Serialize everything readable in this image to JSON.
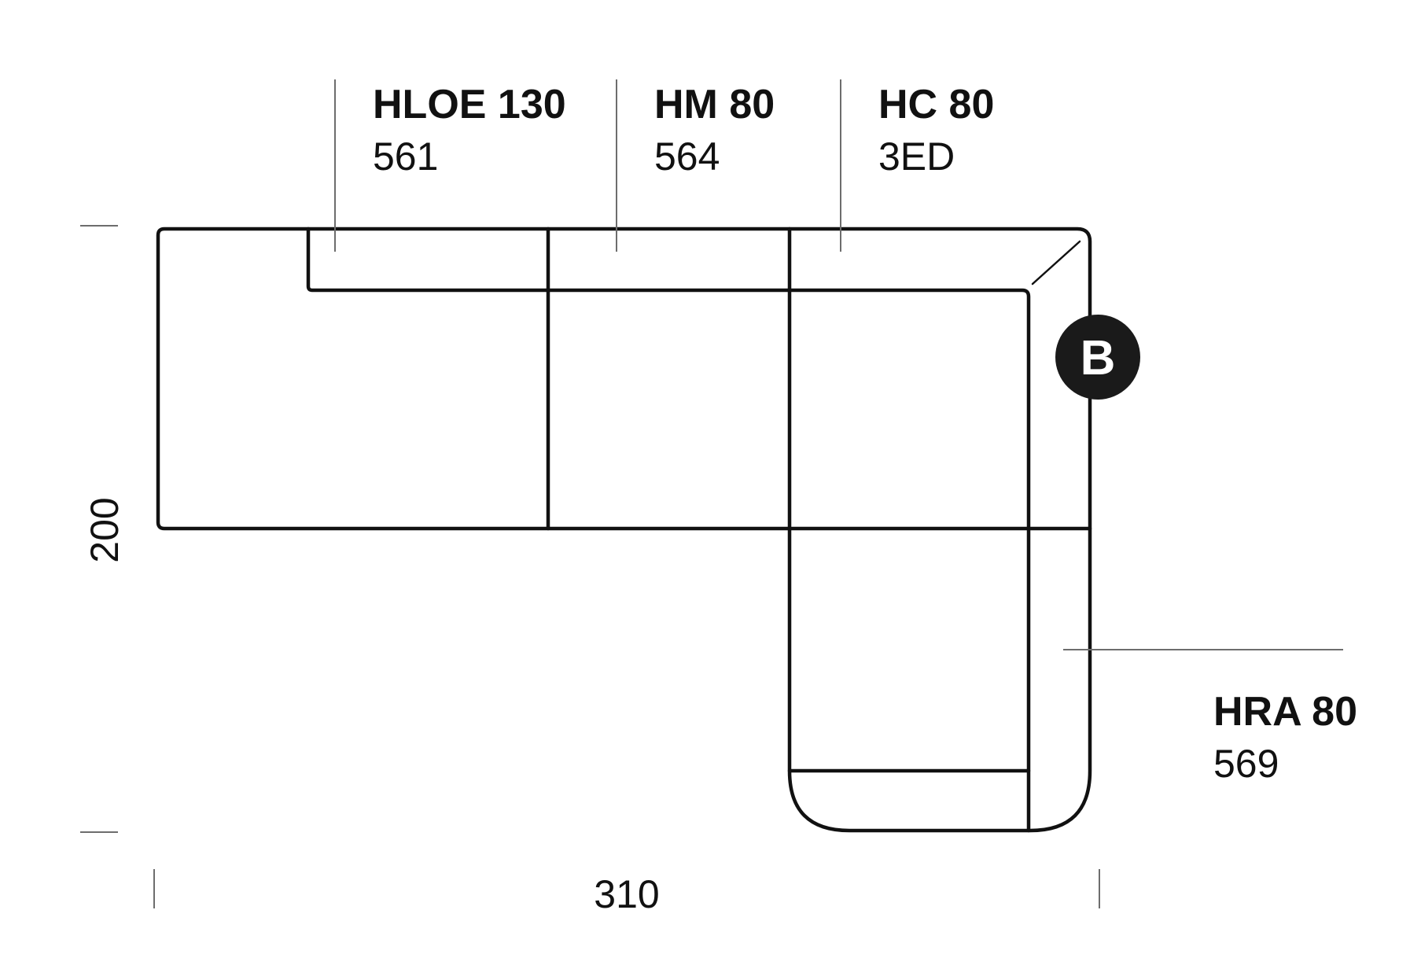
{
  "modules": [
    {
      "code": "HLOE 130",
      "number": "561"
    },
    {
      "code": "HM 80",
      "number": "564"
    },
    {
      "code": "HC 80",
      "number": "3ED"
    },
    {
      "code": "HRA 80",
      "number": "569"
    }
  ],
  "dimensions": {
    "depth": "200",
    "width": "310"
  },
  "badge": {
    "label": "B",
    "color": "#1a1a1a"
  },
  "colors": {
    "line": "#111111",
    "leader": "#6d6d6d"
  }
}
